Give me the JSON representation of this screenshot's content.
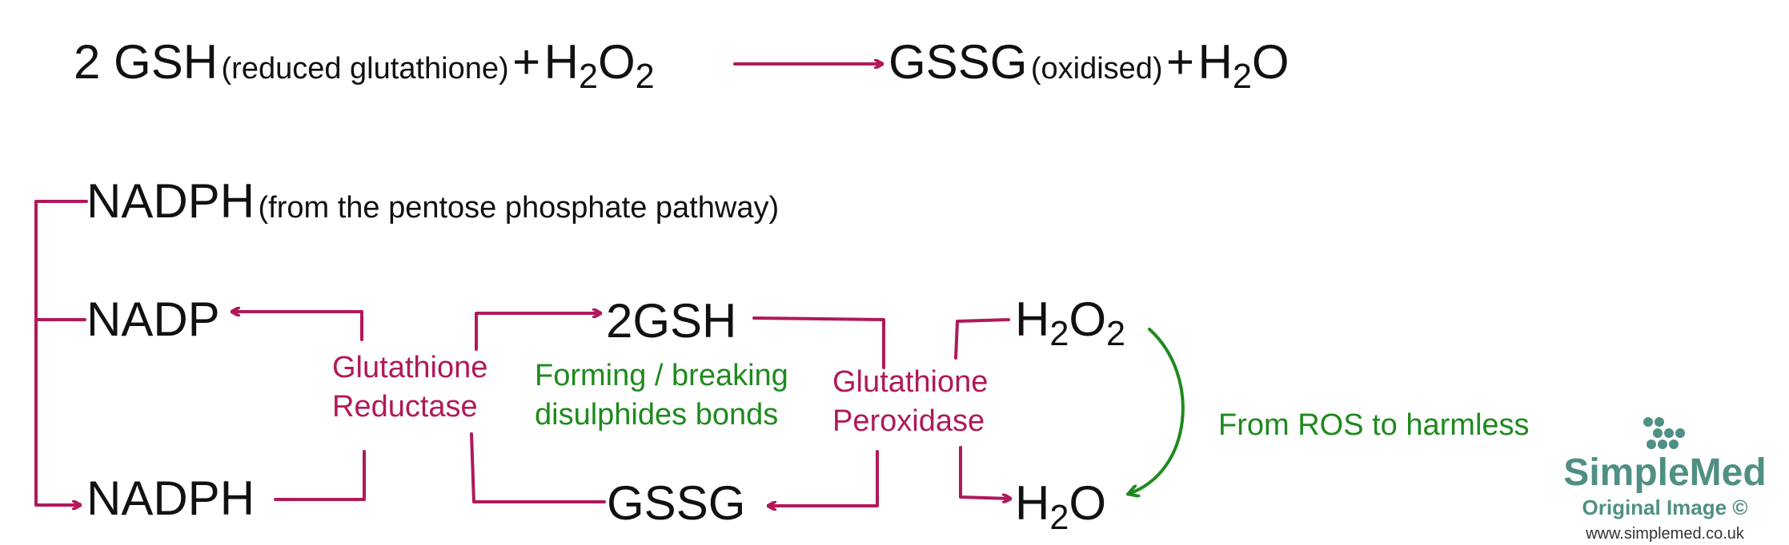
{
  "equation": {
    "lhs_coef": "2 GSH",
    "lhs_note": "(reduced glutathione)",
    "plus1": "+",
    "h2o2_base": "H",
    "h2o2_sub1": "2",
    "h2o2_mid": "O",
    "h2o2_sub2": "2",
    "rhs": "GSSG",
    "rhs_note": "(oxidised)",
    "plus2": "+",
    "h2o_base": "H",
    "h2o_sub": "2",
    "h2o_end": "O"
  },
  "cycle": {
    "nadph_top": "NADPH",
    "nadph_top_note": "(from the pentose phosphate pathway)",
    "nadp": "NADP",
    "nadph_bottom": "NADPH",
    "enzyme1_line1": "Glutathione",
    "enzyme1_line2": "Reductase",
    "gsh": "2GSH",
    "gssg": "GSSG",
    "note1_line1": "Forming / breaking",
    "note1_line2": "disulphides bonds",
    "enzyme2_line1": "Glutathione",
    "enzyme2_line2": "Peroxidase",
    "h2o2_base": "H",
    "h2o2_sub1": "2",
    "h2o2_mid": "O",
    "h2o2_sub2": "2",
    "h2o_base": "H",
    "h2o_sub": "2",
    "h2o_end": "O",
    "note2": "From ROS to harmless"
  },
  "logo": {
    "name": "SimpleMed",
    "tag": "Original Image ©",
    "url": "www.simplemed.co.uk"
  },
  "colors": {
    "arrow_red": "#b0195a",
    "arrow_green": "#1e8a1e",
    "logo_teal": "#4f8f84"
  }
}
